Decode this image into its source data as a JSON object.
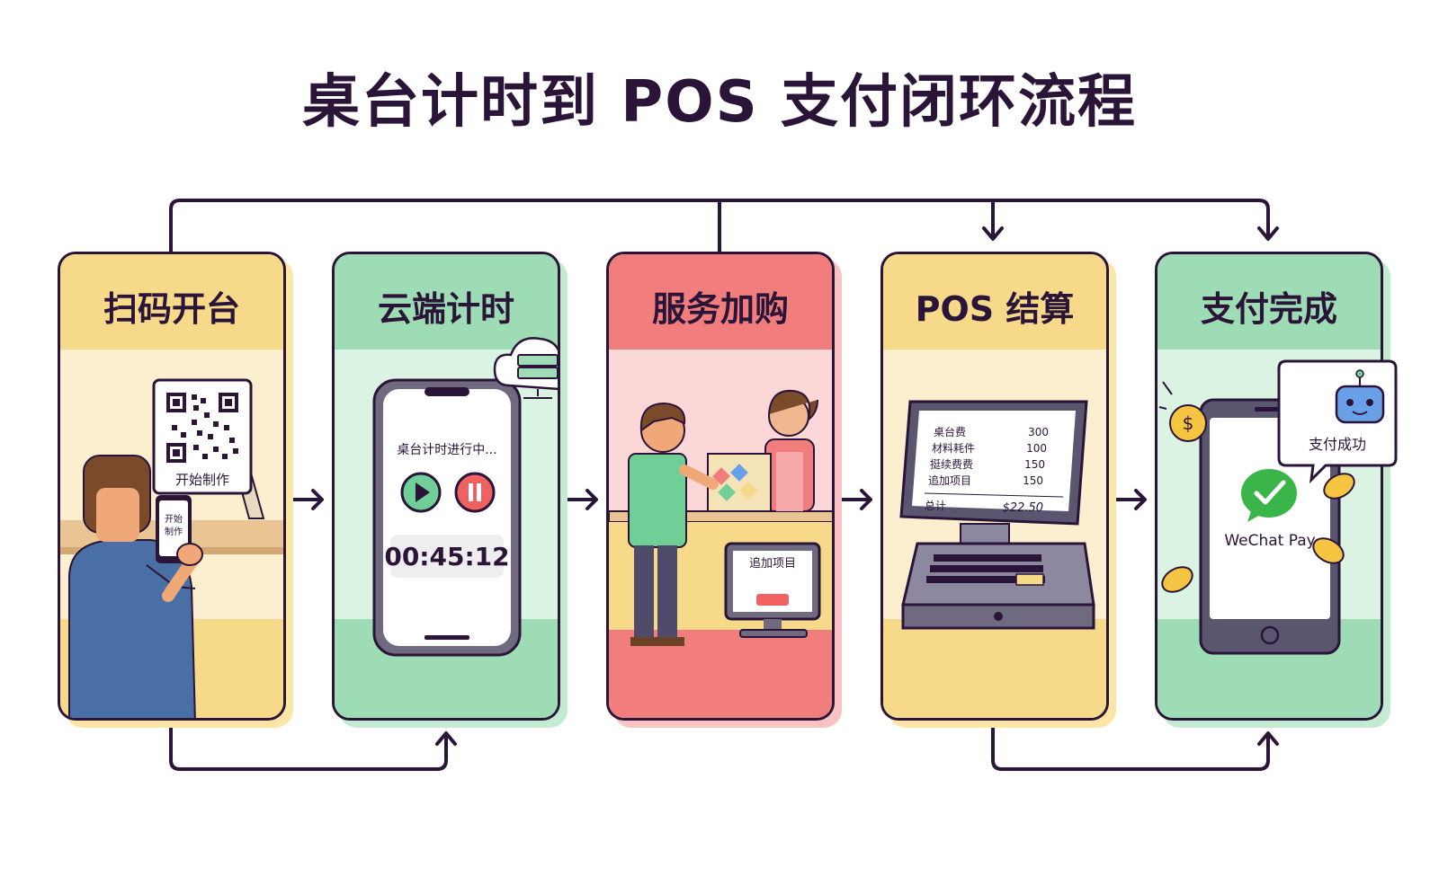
{
  "title": "桌台计时到 POS 支付闭环流程",
  "colors": {
    "outline": "#2a1538",
    "yellow_head": "#f7d98a",
    "yellow_body": "#fcefcf",
    "green_head": "#9ddcb5",
    "green_body": "#daf3e2",
    "red_head": "#f27d7d",
    "red_body": "#fbd7d7",
    "wechat_green": "#3bb54a"
  },
  "stages": [
    {
      "title": "扫码开台",
      "qr_caption": "开始制作",
      "phone_text_line1": "开始",
      "phone_text_line2": "制作"
    },
    {
      "title": "云端计时",
      "status_text": "桌台计时进行中...",
      "timer": "00:45:12"
    },
    {
      "title": "服务加购",
      "terminal_label": "追加项目"
    },
    {
      "title": "POS 结算",
      "receipt": [
        {
          "item": "桌台费",
          "amount": "300"
        },
        {
          "item": "材料耗件",
          "amount": "100"
        },
        {
          "item": "挺续费费",
          "amount": "150"
        },
        {
          "item": "追加项目",
          "amount": "150"
        }
      ],
      "total_label": "总计",
      "total_amount": "$22.50"
    },
    {
      "title": "支付完成",
      "bubble_text": "支付成功",
      "payment_brand": "WeChat Pay"
    }
  ]
}
